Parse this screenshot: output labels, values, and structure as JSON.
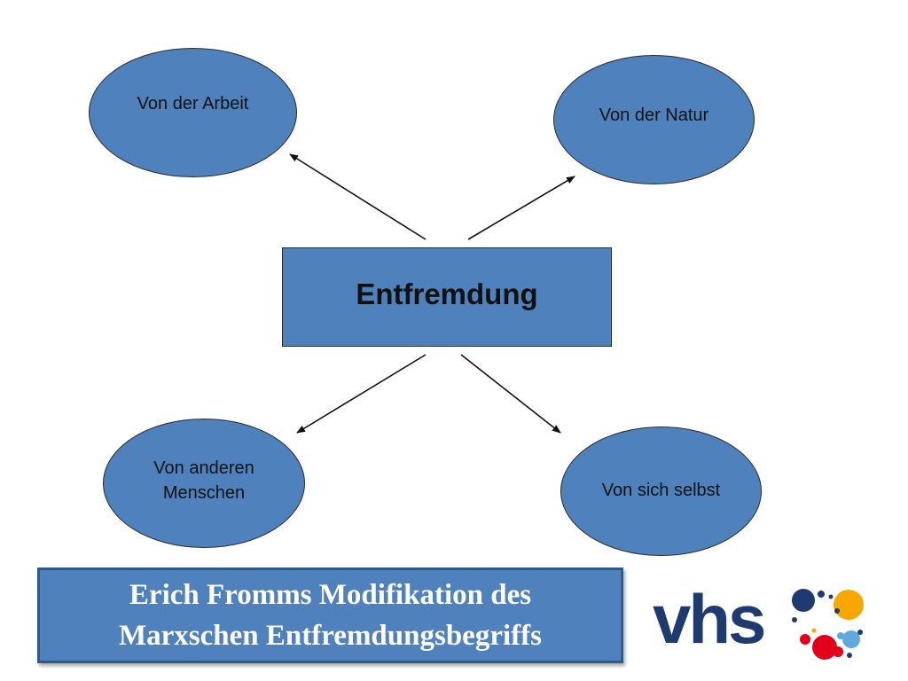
{
  "diagram": {
    "center": {
      "label": "Entfremdung"
    },
    "nodes": [
      {
        "id": "arbeit",
        "label": "Von der Arbeit"
      },
      {
        "id": "natur",
        "label": "Von der Natur"
      },
      {
        "id": "menschen",
        "label": "Von anderen Menschen"
      },
      {
        "id": "selbst",
        "label": "Von sich selbst"
      }
    ]
  },
  "title": {
    "line1": "Erich Fromms Modifikation des",
    "line2": "Marxschen Entfremdungsbegriffs"
  },
  "logo": {
    "text": "vhs"
  },
  "colors": {
    "node_fill": "#4f81bd",
    "title_text": "#ffffff",
    "logo_text": "#1f3a6e",
    "dot_orange": "#f7a800",
    "dot_red": "#e2001a",
    "dot_light_blue": "#5fa9dc"
  }
}
